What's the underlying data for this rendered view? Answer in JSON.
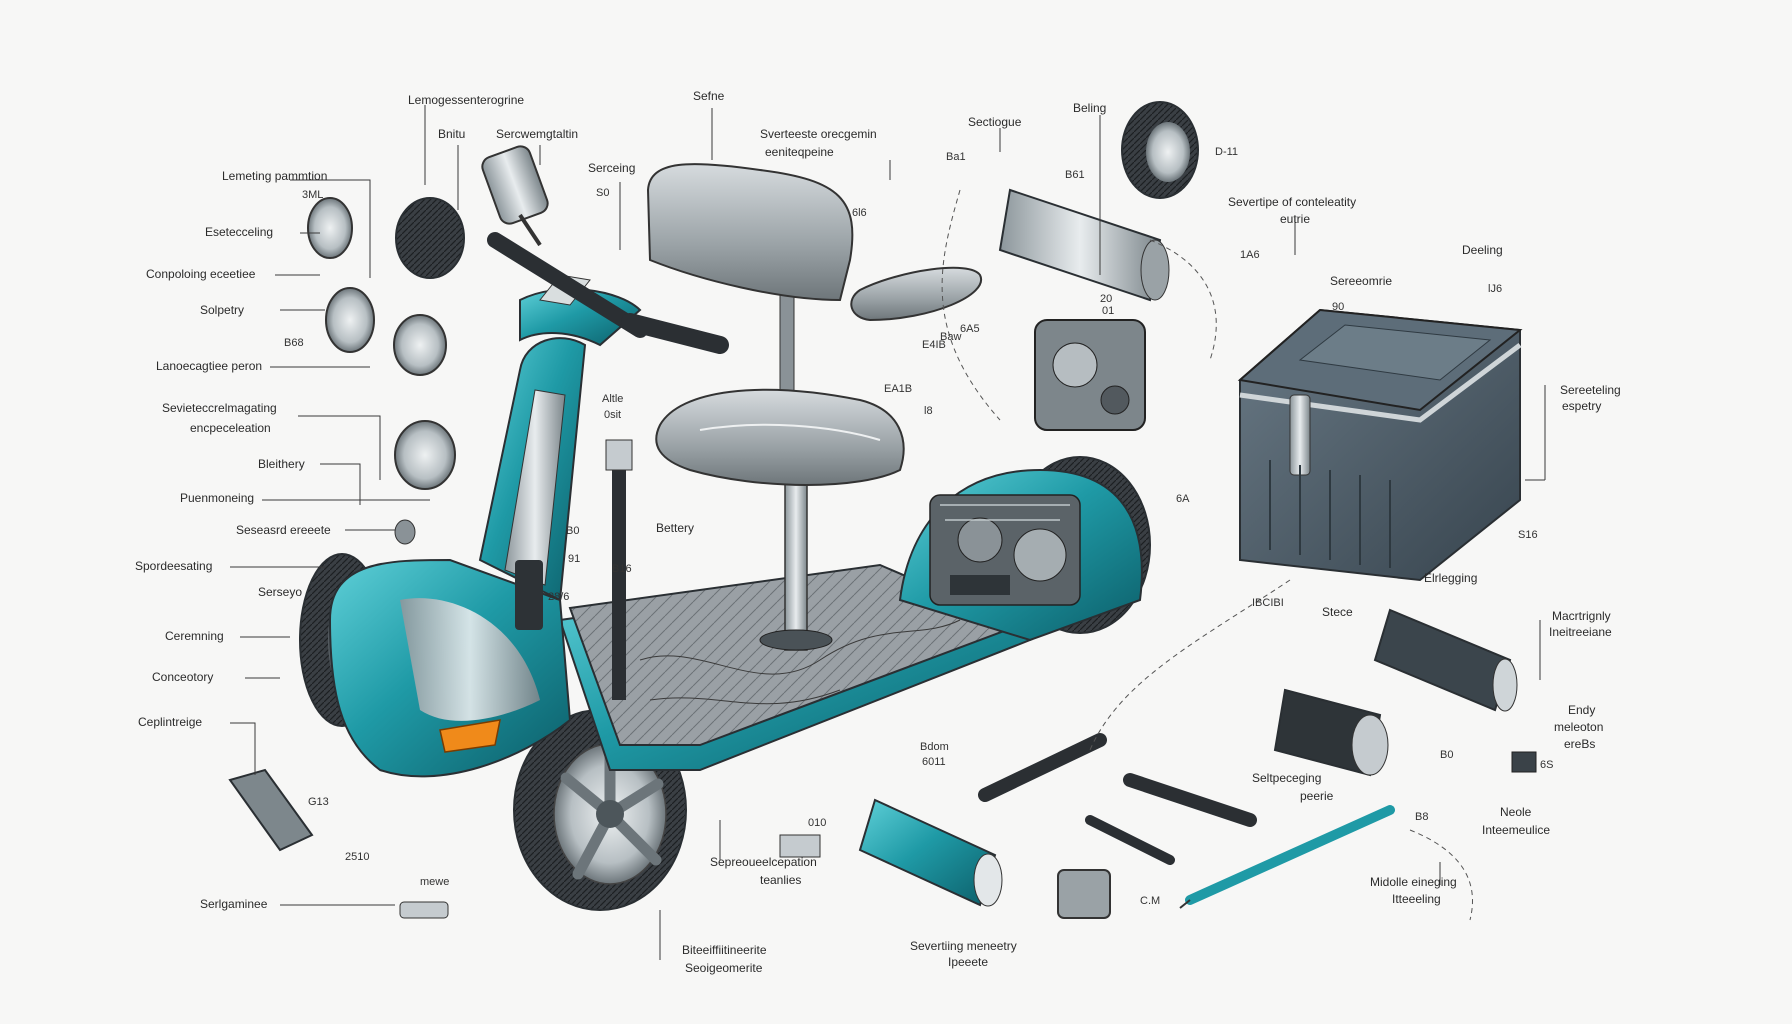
{
  "labels": {
    "top": [
      "Lemogessenterogrine",
      "Bnitu",
      "Sercwemgtaltin",
      "Serceing",
      "S0",
      "Sefne",
      "Sverteeste orecgemin",
      "eeniteqpeine",
      "Sectiogue",
      "Beling",
      "B61",
      "D-11",
      "Ba1",
      "6l6"
    ],
    "left": [
      "Lemeting pammtion",
      "3ML",
      "Esetecceling",
      "Conpoloing eceetiee",
      "Solpetry",
      "B68",
      "Lanoecagtiee peron",
      "Sevieteccrelmagating",
      "encpeceleation",
      "Bleithery",
      "Puenmoneing",
      "Seseasrd ereeete",
      "Spordeesating",
      "Serseyo",
      "Ceremning",
      "Conceotory",
      "Ceplintreige",
      "Serlgaminee",
      "G13",
      "2510",
      "mewe"
    ],
    "center": [
      "Altle",
      "0sit",
      "Bettery",
      "B0",
      "91",
      "B16",
      "28/6",
      "EA1B",
      "6A5",
      "Baw",
      "E4IB",
      "20",
      "01",
      "l8",
      "010 ",
      "6A"
    ],
    "bottom": [
      "Sepreoueelcepation",
      "teanlies",
      "Biteeiffiitineerite",
      "Seoigeomerite",
      "Bdom",
      "6011",
      "Severtiing meneetry",
      "Ipeeete",
      "C.M"
    ],
    "right": [
      "Severtipe of conteleatity",
      "eutrie",
      "1A6",
      "Sereeomrie",
      "90",
      "Deeling",
      "lJ6",
      "Sereeteling",
      "espetry",
      "S16",
      "Elrlegging",
      "Macrtrignly",
      "Ineitreeiane",
      "Endy",
      "meleoton",
      "ereBs",
      "IBCIBI",
      "Stece",
      "Seltpeceging",
      "peerie",
      "Neole",
      "Inteemeulice",
      "Midolle eineging",
      "Itteeeling",
      "B0",
      "6S",
      "B8"
    ]
  },
  "colors": {
    "body_teal": "#1f9aa6",
    "body_teal_dark": "#0f6a75",
    "seat_grey": "#8d9599",
    "seat_light": "#c7cdd0",
    "storage_box": "#4b5a66",
    "deck": "#8b9095",
    "tire": "#2b2f33",
    "rim": "#c9cfd3",
    "headlight_orange": "#f08a1a",
    "background": "#f7f7f6"
  }
}
